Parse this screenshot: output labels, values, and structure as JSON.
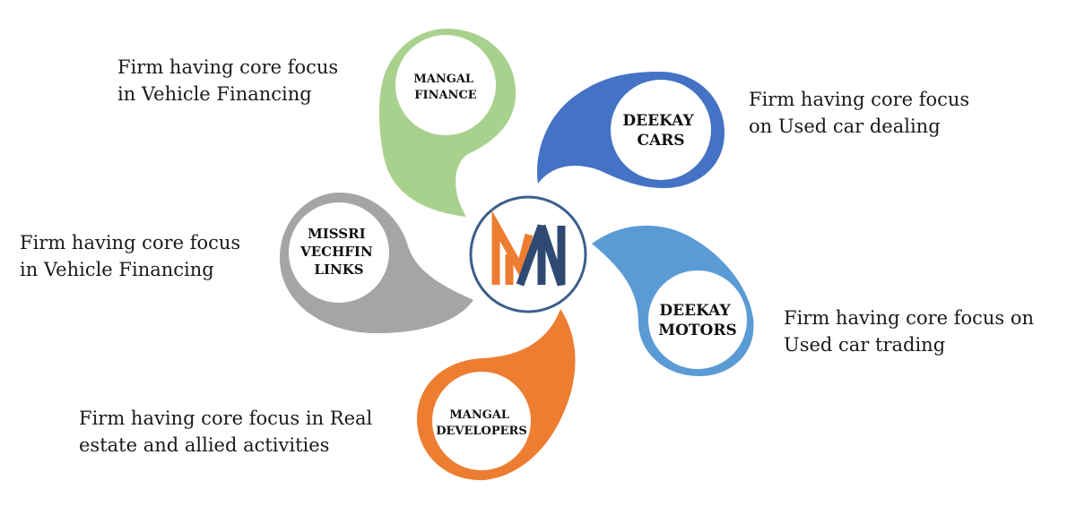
{
  "hub": {
    "logo_name": "M-logo",
    "ring_color": "#3b5f8c"
  },
  "entities": [
    {
      "id": "mangal-finance",
      "name_lines": [
        "MANGAL",
        "FINANCE"
      ],
      "color": "#a9d18e",
      "description_lines": [
        "Firm having core focus",
        "in Vehicle Financing"
      ]
    },
    {
      "id": "deekay-cars",
      "name_lines": [
        "DEEKAY",
        "CARS"
      ],
      "color": "#4472c4",
      "description_lines": [
        "Firm having core focus",
        "on Used car dealing"
      ]
    },
    {
      "id": "deekay-motors",
      "name_lines": [
        "DEEKAY",
        "MOTORS"
      ],
      "color": "#5b9bd5",
      "description_lines": [
        "Firm having core focus on",
        "Used car trading"
      ]
    },
    {
      "id": "mangal-developers",
      "name_lines": [
        "MANGAL",
        "DEVELOPERS"
      ],
      "color": "#ed7d31",
      "description_lines": [
        "Firm having core focus in Real",
        "estate and allied activities"
      ]
    },
    {
      "id": "missri-vechfin-links",
      "name_lines": [
        "MISSRI",
        "VECHFIN",
        "LINKS"
      ],
      "color": "#a5a5a5",
      "description_lines": [
        "Firm having core focus",
        "in Vehicle Financing"
      ]
    }
  ],
  "logo_colors": {
    "orange": "#ed7d31",
    "navy": "#2e4a72"
  }
}
